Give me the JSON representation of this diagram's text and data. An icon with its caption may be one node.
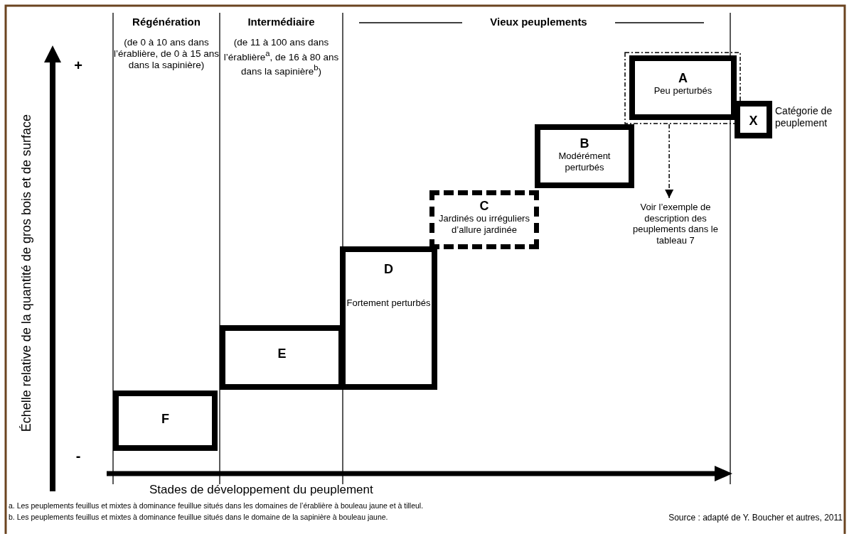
{
  "diagram": {
    "nodes": [
      {
        "text": [],
        "shape": "box"
      },
      {
        "text": [
          "A",
          "Peu perturbés"
        ],
        "in": 0
      },
      {
        "text": [
          "B",
          "Modérément perturbés"
        ]
      },
      {
        "text": [
          "C",
          "Jardinés ou irréguliers d’allure jardinée"
        ]
      },
      {
        "text": [
          "D",
          "Fortement perturbés"
        ]
      },
      {
        "text": [
          "E"
        ]
      },
      {
        "text": [
          "F"
        ]
      },
      {
        "text": [
          "X"
        ],
        "beside": [
          "Catégorie de peuplement"
        ]
      },
      {
        "text": [
          "Voir l’exemple de description des peuplements dans le tableau 7"
        ]
      }
    ],
    "edges": [
      {
        "from": 0,
        "to": 8,
        "arrow": "to",
        "style": "dashed"
      }
    ],
    "labels": [
      "Régénération",
      "(de 0 à 10 ans dans l’érablière, de 0 à 15 ans dans la sapinière)",
      "Intermédiaire",
      "(de 11 à 100 ans dans l’érablière$^{a}$, de 16 à 80 ans dans la sapinière$^{b}$)",
      "Vieux peuplements",
      "+",
      "Échelle relative de la quantité de gros bois et de surface",
      "-",
      "Stades de développement du peuplement",
      "a. Les peuplements feuillus et mixtes à dominance feuillue situés dans les domaines de l’érablière à bouleau jaune et à tilleul.",
      "b. Les peuplements feuillus et mixtes à dominance feuillue situés dans le domaine de la sapinière à bouleau jaune.",
      "Source : adapté de Y. Boucher et autres, 2011"
    ]
  }
}
